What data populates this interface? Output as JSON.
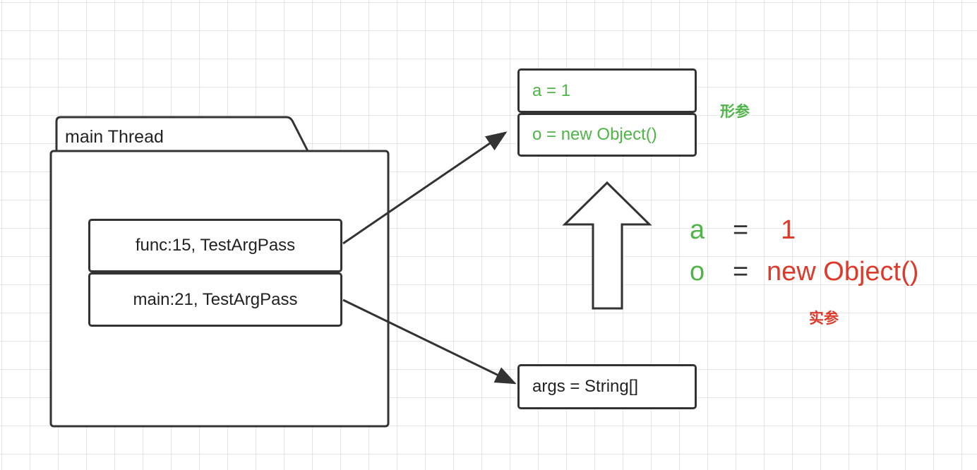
{
  "thread": {
    "title": "main Thread",
    "frames": [
      {
        "label": "func:15, TestArgPass"
      },
      {
        "label": "main:21, TestArgPass"
      }
    ]
  },
  "params": {
    "vars": [
      "a = 1",
      "o = new Object()"
    ],
    "label": "形参"
  },
  "args_box": {
    "label": "args = String[]"
  },
  "assignment": {
    "lines": [
      {
        "lhs": "a",
        "eq": "=",
        "rhs": "1"
      },
      {
        "lhs": "o",
        "eq": "=",
        "rhs": "new Object()"
      }
    ],
    "label": "实参"
  },
  "colors": {
    "formal_param": "#4fb548",
    "actual_param": "#dd3a2b",
    "stroke": "#333333",
    "grid": "#e7e7e7"
  }
}
